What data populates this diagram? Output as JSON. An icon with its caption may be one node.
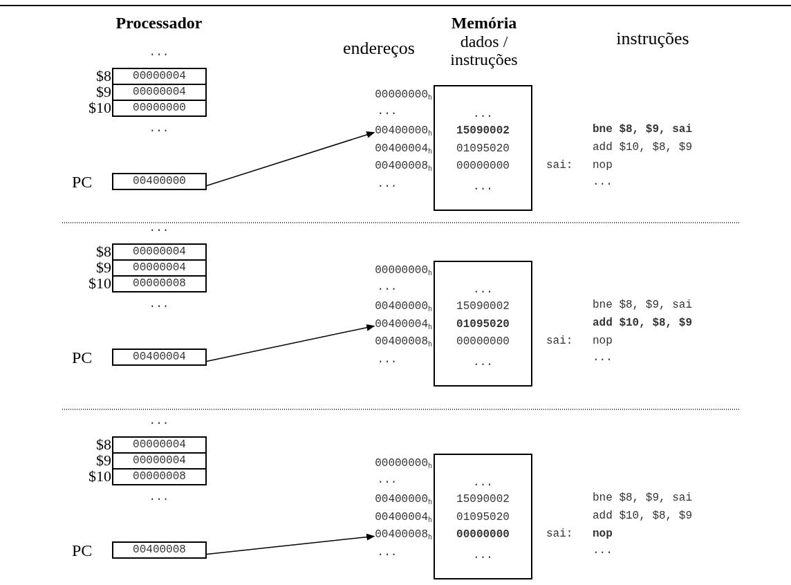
{
  "diagram": {
    "nodes": [
      {
        "text": [
          "00000004"
        ],
        "beside": [
          "$8"
        ]
      },
      {
        "text": [
          "00000004"
        ],
        "beside": [
          "$9"
        ]
      },
      {
        "text": [
          "00000000"
        ],
        "beside": [
          "$10"
        ]
      },
      {
        "text": [
          "00400000"
        ],
        "beside": [
          "PC"
        ]
      },
      {
        "text": [
          "00400000$_{h}$"
        ]
      },
      {
        "text": [
          "...",
          "**15090002**",
          "01095020",
          "00000000",
          "..."
        ]
      },
      {
        "text": [
          "00000004"
        ],
        "beside": [
          "$8"
        ]
      },
      {
        "text": [
          "00000004"
        ],
        "beside": [
          "$9"
        ]
      },
      {
        "text": [
          "00000008"
        ],
        "beside": [
          "$10"
        ]
      },
      {
        "text": [
          "00400004"
        ],
        "beside": [
          "PC"
        ]
      },
      {
        "text": [
          "00400004$_{h}$"
        ]
      },
      {
        "text": [
          "...",
          "15090002",
          "**01095020**",
          "00000000",
          "..."
        ]
      },
      {
        "text": [
          "00000004"
        ],
        "beside": [
          "$8"
        ]
      },
      {
        "text": [
          "00000004"
        ],
        "beside": [
          "$9"
        ]
      },
      {
        "text": [
          "00000008"
        ],
        "beside": [
          "$10"
        ]
      },
      {
        "text": [
          "00400008"
        ],
        "beside": [
          "PC"
        ]
      },
      {
        "text": [
          "00400008$_{h}$"
        ]
      },
      {
        "text": [
          "...",
          "15090002",
          "01095020",
          "**00000000**",
          "..."
        ]
      }
    ],
    "edges": [
      {
        "from": 3,
        "to": 4,
        "arrow": "to"
      },
      {
        "from": 9,
        "to": 10,
        "arrow": "to"
      },
      {
        "from": 15,
        "to": 16,
        "arrow": "to"
      }
    ],
    "labels": [
      "Processador",
      "Memória",
      "endereços",
      "dados / instruções",
      "instruções",
      "...",
      "...",
      "00000000$_{h}$",
      "...",
      "00400004$_{h}$",
      "00400008$_{h}$",
      "...",
      "**bne $8, $9, sai**",
      "add $10, $8, $9",
      "sai:",
      "nop",
      "...",
      "...",
      "...",
      "00000000$_{h}$",
      "...",
      "00400000$_{h}$",
      "00400008$_{h}$",
      "...",
      "bne $8, $9, sai",
      "**add $10, $8, $9**",
      "sai:",
      "nop",
      "...",
      "...",
      "...",
      "00000000$_{h}$",
      "...",
      "00400000$_{h}$",
      "00400004$_{h}$",
      "...",
      "bne $8, $9, sai",
      "add $10, $8, $9",
      "sai:",
      "**nop**",
      "..."
    ]
  }
}
